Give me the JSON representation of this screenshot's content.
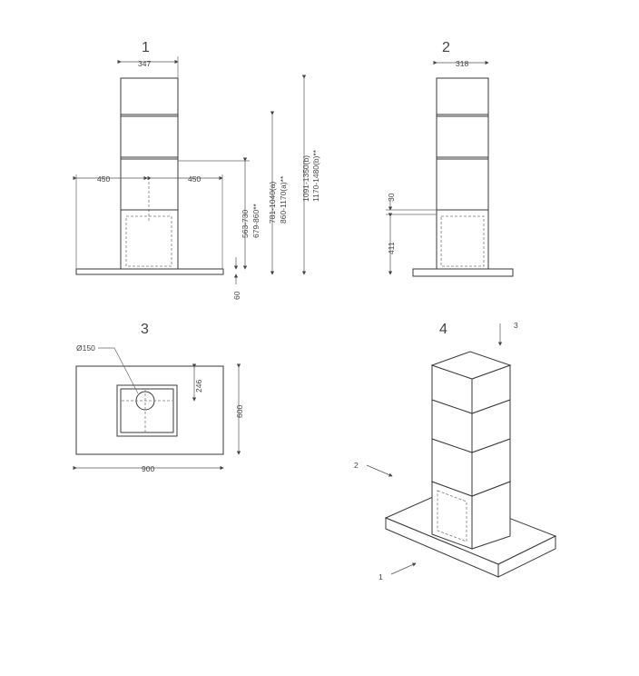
{
  "views": {
    "v1": {
      "number": "1",
      "width": "347",
      "left": "450",
      "right": "450",
      "h_a": "563-730",
      "h_b": "679-860**",
      "h_c": "781-1040(a)",
      "h_d": "860-1170(a)**",
      "h_e": "1091-1350(b)",
      "h_f": "1170-1480(b)**",
      "base": "60"
    },
    "v2": {
      "number": "2",
      "width": "318",
      "gap": "30",
      "height": "411"
    },
    "v3": {
      "number": "3",
      "diameter": "Ø150",
      "offset": "246",
      "depth": "600",
      "width": "900"
    },
    "v4": {
      "number": "4",
      "arrow1": "1",
      "arrow2": "2",
      "arrow3": "3"
    }
  }
}
